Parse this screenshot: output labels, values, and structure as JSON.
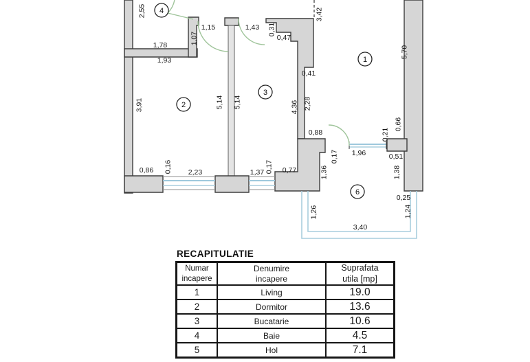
{
  "plan": {
    "rooms": [
      "1",
      "2",
      "3",
      "4",
      "6"
    ],
    "dims": [
      "2,55",
      "1,15",
      "1,43",
      "0,31",
      "0,47",
      "3,42",
      "1,07",
      "1,78",
      "1,93",
      "0,41",
      "5,70",
      "3,91",
      "5,14",
      "5,14",
      "4,36",
      "2,28",
      "0,88",
      "0,21",
      "0,66",
      "1,96",
      "0,51",
      "0,17",
      "1,36",
      "1,38",
      "0,86",
      "0,16",
      "2,23",
      "1,37",
      "0,17",
      "0,77",
      "0,25",
      "1,26",
      "1,24",
      "3,40"
    ],
    "colors": {
      "wall_fill": "#d6d6d6",
      "wall_outline": "#3e3e3e",
      "window_blue": "#9ec8dc",
      "door_green": "#9fc49a"
    }
  },
  "recap": {
    "title": "RECAPITULATIE",
    "headers": {
      "col1_line1": "Numar",
      "col1_line2": "incapere",
      "col2_line1": "Denumire",
      "col2_line2": "incapere",
      "col3_line1": "Suprafata",
      "col3_line2": "utila [mp]"
    },
    "rows": [
      {
        "nr": "1",
        "name": "Living",
        "area": "19.0"
      },
      {
        "nr": "2",
        "name": "Dormitor",
        "area": "13.6"
      },
      {
        "nr": "3",
        "name": "Bucatarie",
        "area": "10.6"
      },
      {
        "nr": "4",
        "name": "Baie",
        "area": "4.5"
      },
      {
        "nr": "5",
        "name": "Hol",
        "area": "7.1"
      }
    ]
  }
}
